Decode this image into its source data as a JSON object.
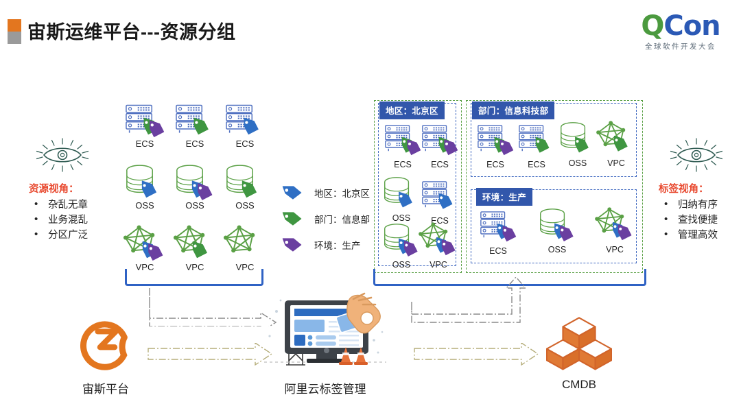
{
  "header": {
    "title": "宙斯运维平台---资源分组",
    "marker_top_color": "#e3761f",
    "marker_bottom_color": "#9a9a9a",
    "logo": {
      "primary": "Q",
      "secondary": "Con",
      "subtitle": "全球软件开发大会",
      "primary_color": "#4b9a3f",
      "secondary_color": "#2b59b5"
    }
  },
  "left_viewpoint": {
    "heading": "资源视角：",
    "heading_color": "#e8492f",
    "items": [
      {
        "label": "杂乱无章"
      },
      {
        "label": "业务混乱"
      },
      {
        "label": "分区广泛"
      }
    ]
  },
  "right_viewpoint": {
    "heading": "标签视角：",
    "heading_color": "#e8492f",
    "items": [
      {
        "label": "归纳有序"
      },
      {
        "label": "查找便捷"
      },
      {
        "label": "管理高效"
      }
    ]
  },
  "unsorted_resources": {
    "rows": [
      [
        {
          "label": "ECS",
          "icon": "server-icon",
          "tags": [
            "green",
            "purple"
          ]
        },
        {
          "label": "ECS",
          "icon": "server-icon",
          "tags": [
            "green"
          ]
        },
        {
          "label": "ECS",
          "icon": "server-icon",
          "tags": [
            "blue"
          ]
        }
      ],
      [
        {
          "label": "OSS",
          "icon": "database-icon",
          "tags": [
            "blue"
          ]
        },
        {
          "label": "OSS",
          "icon": "database-icon",
          "tags": [
            "blue",
            "purple"
          ]
        },
        {
          "label": "OSS",
          "icon": "database-icon",
          "tags": [
            "green"
          ]
        }
      ],
      [
        {
          "label": "VPC",
          "icon": "network-icon",
          "tags": [
            "blue",
            "purple"
          ]
        },
        {
          "label": "VPC",
          "icon": "network-icon",
          "tags": [
            "green"
          ]
        },
        {
          "label": "VPC",
          "icon": "network-icon",
          "tags": []
        }
      ]
    ]
  },
  "legend": {
    "items": [
      {
        "tag_color": "#2f6fc4",
        "text": "地区：北京区"
      },
      {
        "tag_color": "#3f9641",
        "text": "部门：信息部"
      },
      {
        "tag_color": "#6a3fa0",
        "text": "环境：生产"
      }
    ]
  },
  "groups": [
    {
      "id": "region",
      "header": "地区：北京区",
      "border_color": "#3f68c0",
      "items": [
        {
          "label": "ECS",
          "icon": "server-icon",
          "tags": [
            "green",
            "purple"
          ]
        },
        {
          "label": "ECS",
          "icon": "server-icon",
          "tags": [
            "green",
            "purple"
          ]
        },
        {
          "label": "OSS",
          "icon": "database-icon",
          "tags": [
            "blue"
          ]
        },
        {
          "label": "ECS",
          "icon": "server-icon",
          "tags": [
            "blue"
          ]
        },
        {
          "label": "OSS",
          "icon": "database-icon",
          "tags": [
            "blue",
            "purple"
          ]
        },
        {
          "label": "VPC",
          "icon": "network-icon",
          "tags": [
            "blue",
            "purple"
          ]
        }
      ]
    },
    {
      "id": "department",
      "header": "部门：信息科技部",
      "border_color": "#3f68c0",
      "items": [
        {
          "label": "ECS",
          "icon": "server-icon",
          "tags": [
            "green",
            "purple"
          ]
        },
        {
          "label": "ECS",
          "icon": "server-icon",
          "tags": [
            "green"
          ]
        },
        {
          "label": "OSS",
          "icon": "database-icon",
          "tags": [
            "green"
          ]
        },
        {
          "label": "VPC",
          "icon": "network-icon",
          "tags": [
            "green"
          ]
        }
      ]
    },
    {
      "id": "environment",
      "header": "环境：生产",
      "border_color": "#3f68c0",
      "items": [
        {
          "label": "ECS",
          "icon": "server-icon",
          "tags": [
            "blue",
            "purple"
          ]
        },
        {
          "label": "OSS",
          "icon": "database-icon",
          "tags": [
            "blue",
            "purple"
          ]
        },
        {
          "label": "VPC",
          "icon": "network-icon",
          "tags": [
            "blue",
            "purple"
          ]
        }
      ]
    }
  ],
  "bottom": {
    "zeus": {
      "label": "宙斯平台",
      "icon": "zeus-logo-icon",
      "color": "#e3761f"
    },
    "aliyun": {
      "label": "阿里云标签管理",
      "icon": "monitor-hand-icon"
    },
    "cmdb": {
      "label": "CMDB",
      "icon": "cubes-icon",
      "color": "#dd6b20"
    }
  },
  "flow": {
    "arrow_gray": "#8a8a8a",
    "arrow_olive": "#b5ad7a"
  }
}
